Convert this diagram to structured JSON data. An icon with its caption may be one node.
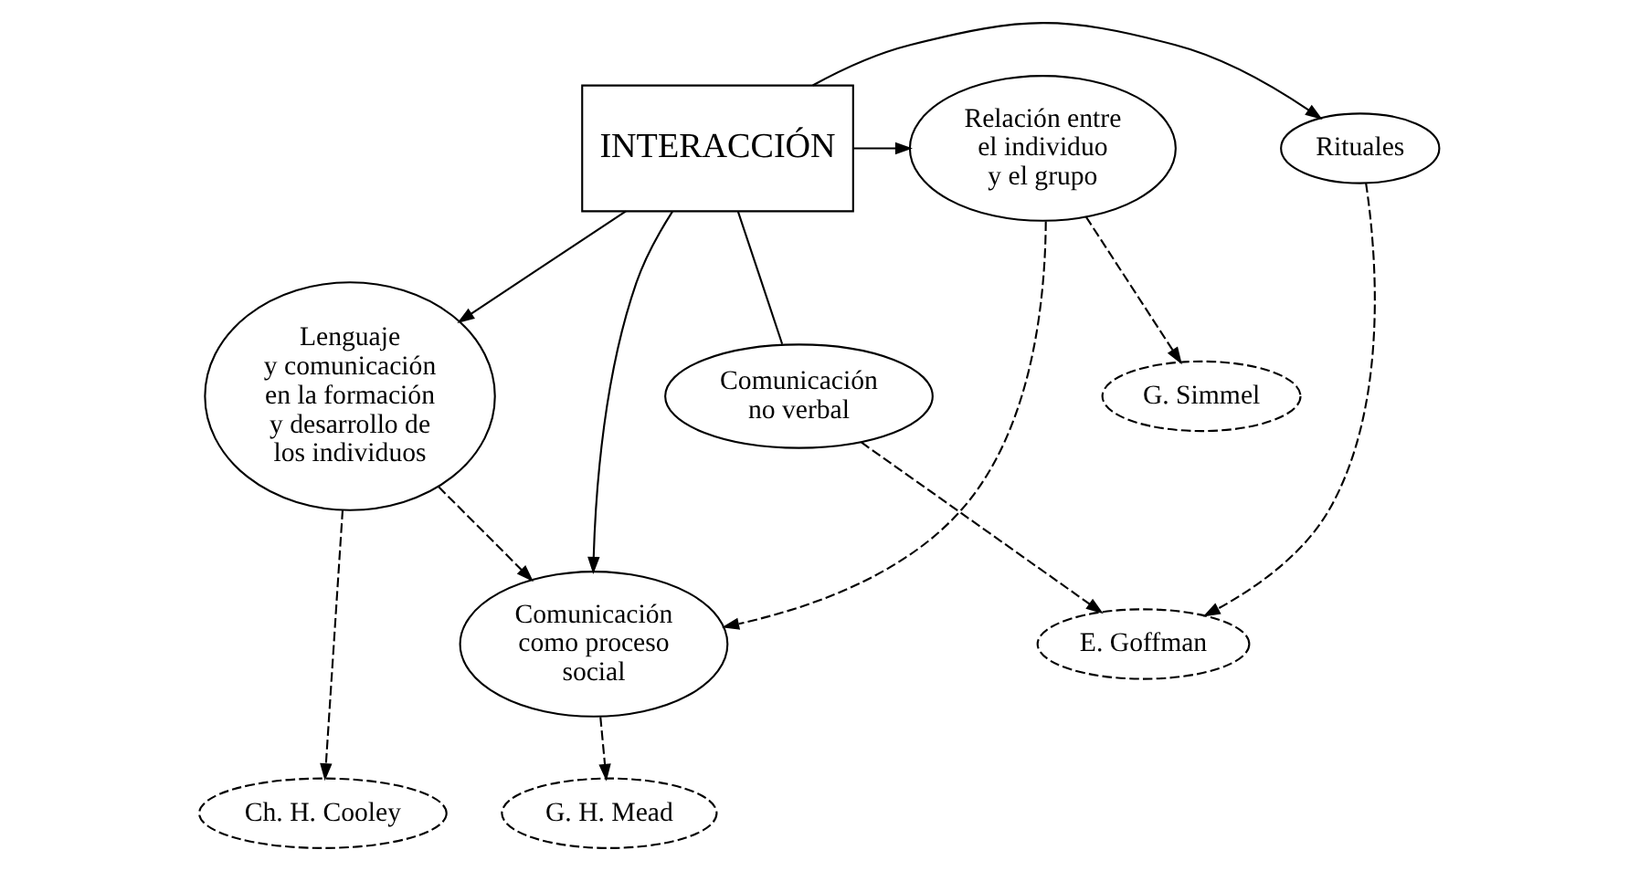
{
  "diagram": {
    "nodes": [
      {
        "text": [
          "INTERACCIÓN"
        ]
      },
      {
        "text": [
          "Rituales"
        ]
      },
      {
        "text": [
          "Relación entre el individuo y el grupo"
        ]
      },
      {
        "text": [
          "G. Simmel"
        ]
      },
      {
        "text": [
          "Comunicación no verbal"
        ]
      },
      {
        "text": [
          "Lenguaje y comunicación en la formación y desarrollo de los individuos"
        ]
      },
      {
        "text": [
          "E. Goffman"
        ]
      },
      {
        "text": [
          "Comunicación como proceso social"
        ]
      },
      {
        "text": [
          "G. H. Mead"
        ]
      },
      {
        "text": [
          "Ch. H. Cooley"
        ]
      }
    ],
    "edges": [
      {
        "from": 0,
        "to": 1,
        "arrow": "to"
      },
      {
        "from": 0,
        "to": 2,
        "arrow": "to"
      },
      {
        "from": 0,
        "to": 4,
        "arrow": "none"
      },
      {
        "from": 0,
        "to": 7,
        "arrow": "to"
      },
      {
        "from": 0,
        "to": 5,
        "arrow": "to"
      },
      {
        "from": 2,
        "to": 3,
        "arrow": "to",
        "style": "dashed"
      },
      {
        "from": 1,
        "to": 6,
        "arrow": "to",
        "style": "dashed"
      },
      {
        "from": 4,
        "to": 6,
        "arrow": "to",
        "style": "dashed"
      },
      {
        "from": 2,
        "to": 7,
        "arrow": "to",
        "style": "dashed"
      },
      {
        "from": 5,
        "to": 7,
        "arrow": "to",
        "style": "dashed"
      },
      {
        "from": 7,
        "to": 8,
        "arrow": "to",
        "style": "dashed"
      },
      {
        "from": 5,
        "to": 9,
        "arrow": "to",
        "style": "dashed"
      }
    ]
  }
}
